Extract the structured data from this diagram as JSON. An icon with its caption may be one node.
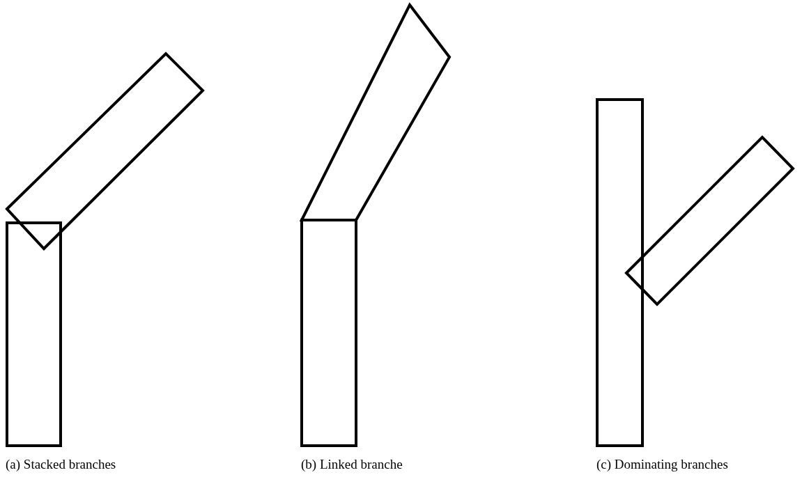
{
  "diagram": {
    "labels": [
      "(a) Stacked branches",
      "(b) Linked branche",
      "(c) Dominating branches"
    ]
  }
}
